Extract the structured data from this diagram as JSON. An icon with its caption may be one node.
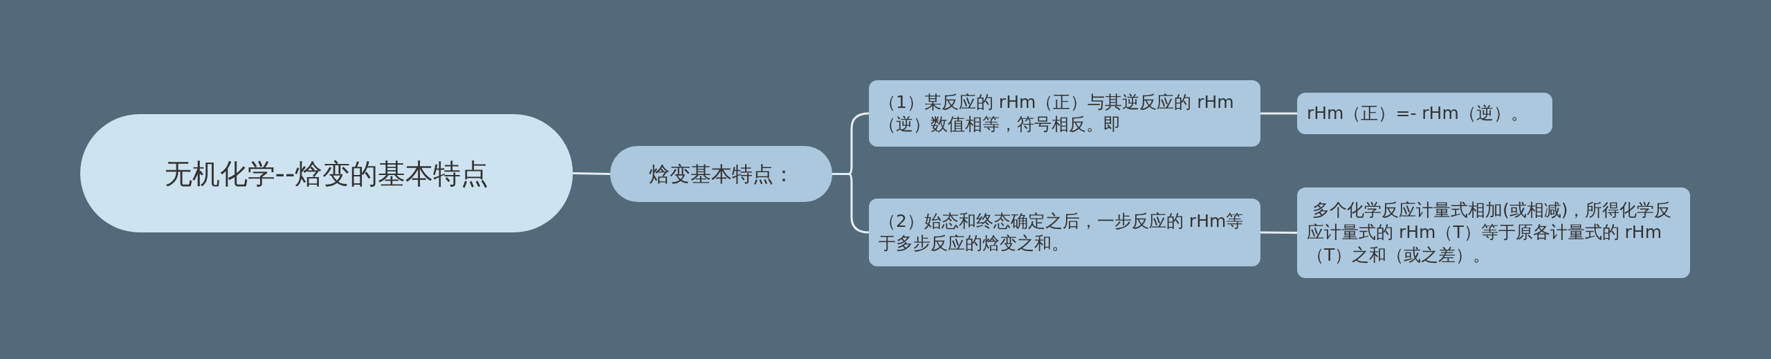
{
  "diagram": {
    "nodes": [
      {
        "text": [
          "无机化学--焓变的基本特点"
        ]
      },
      {
        "text": [
          "焓变基本特点："
        ]
      },
      {
        "text": [
          "（1）某反应的 rHm（正）与其逆反应的 rHm（逆）数值相等，符号相反。即"
        ]
      },
      {
        "text": [
          "（2）始态和终态确定之后，一步反应的 rHm等于多步反应的焓变之和。"
        ]
      },
      {
        "text": [
          "rHm（正）=- rHm（逆）。"
        ]
      },
      {
        "text": [
          " 多个化学反应计量式相加(或相减)，所得化学反应计量式的 rHm（T）等于原各计量式的 rHm（T）之和（或之差）。"
        ]
      }
    ],
    "edges": [
      {
        "from": 0,
        "to": 1,
        "arrow": "none"
      },
      {
        "from": 1,
        "to": 2,
        "arrow": "none"
      },
      {
        "from": 1,
        "to": 3,
        "arrow": "none"
      },
      {
        "from": 2,
        "to": 4,
        "arrow": "none"
      },
      {
        "from": 3,
        "to": 5,
        "arrow": "none"
      }
    ]
  }
}
